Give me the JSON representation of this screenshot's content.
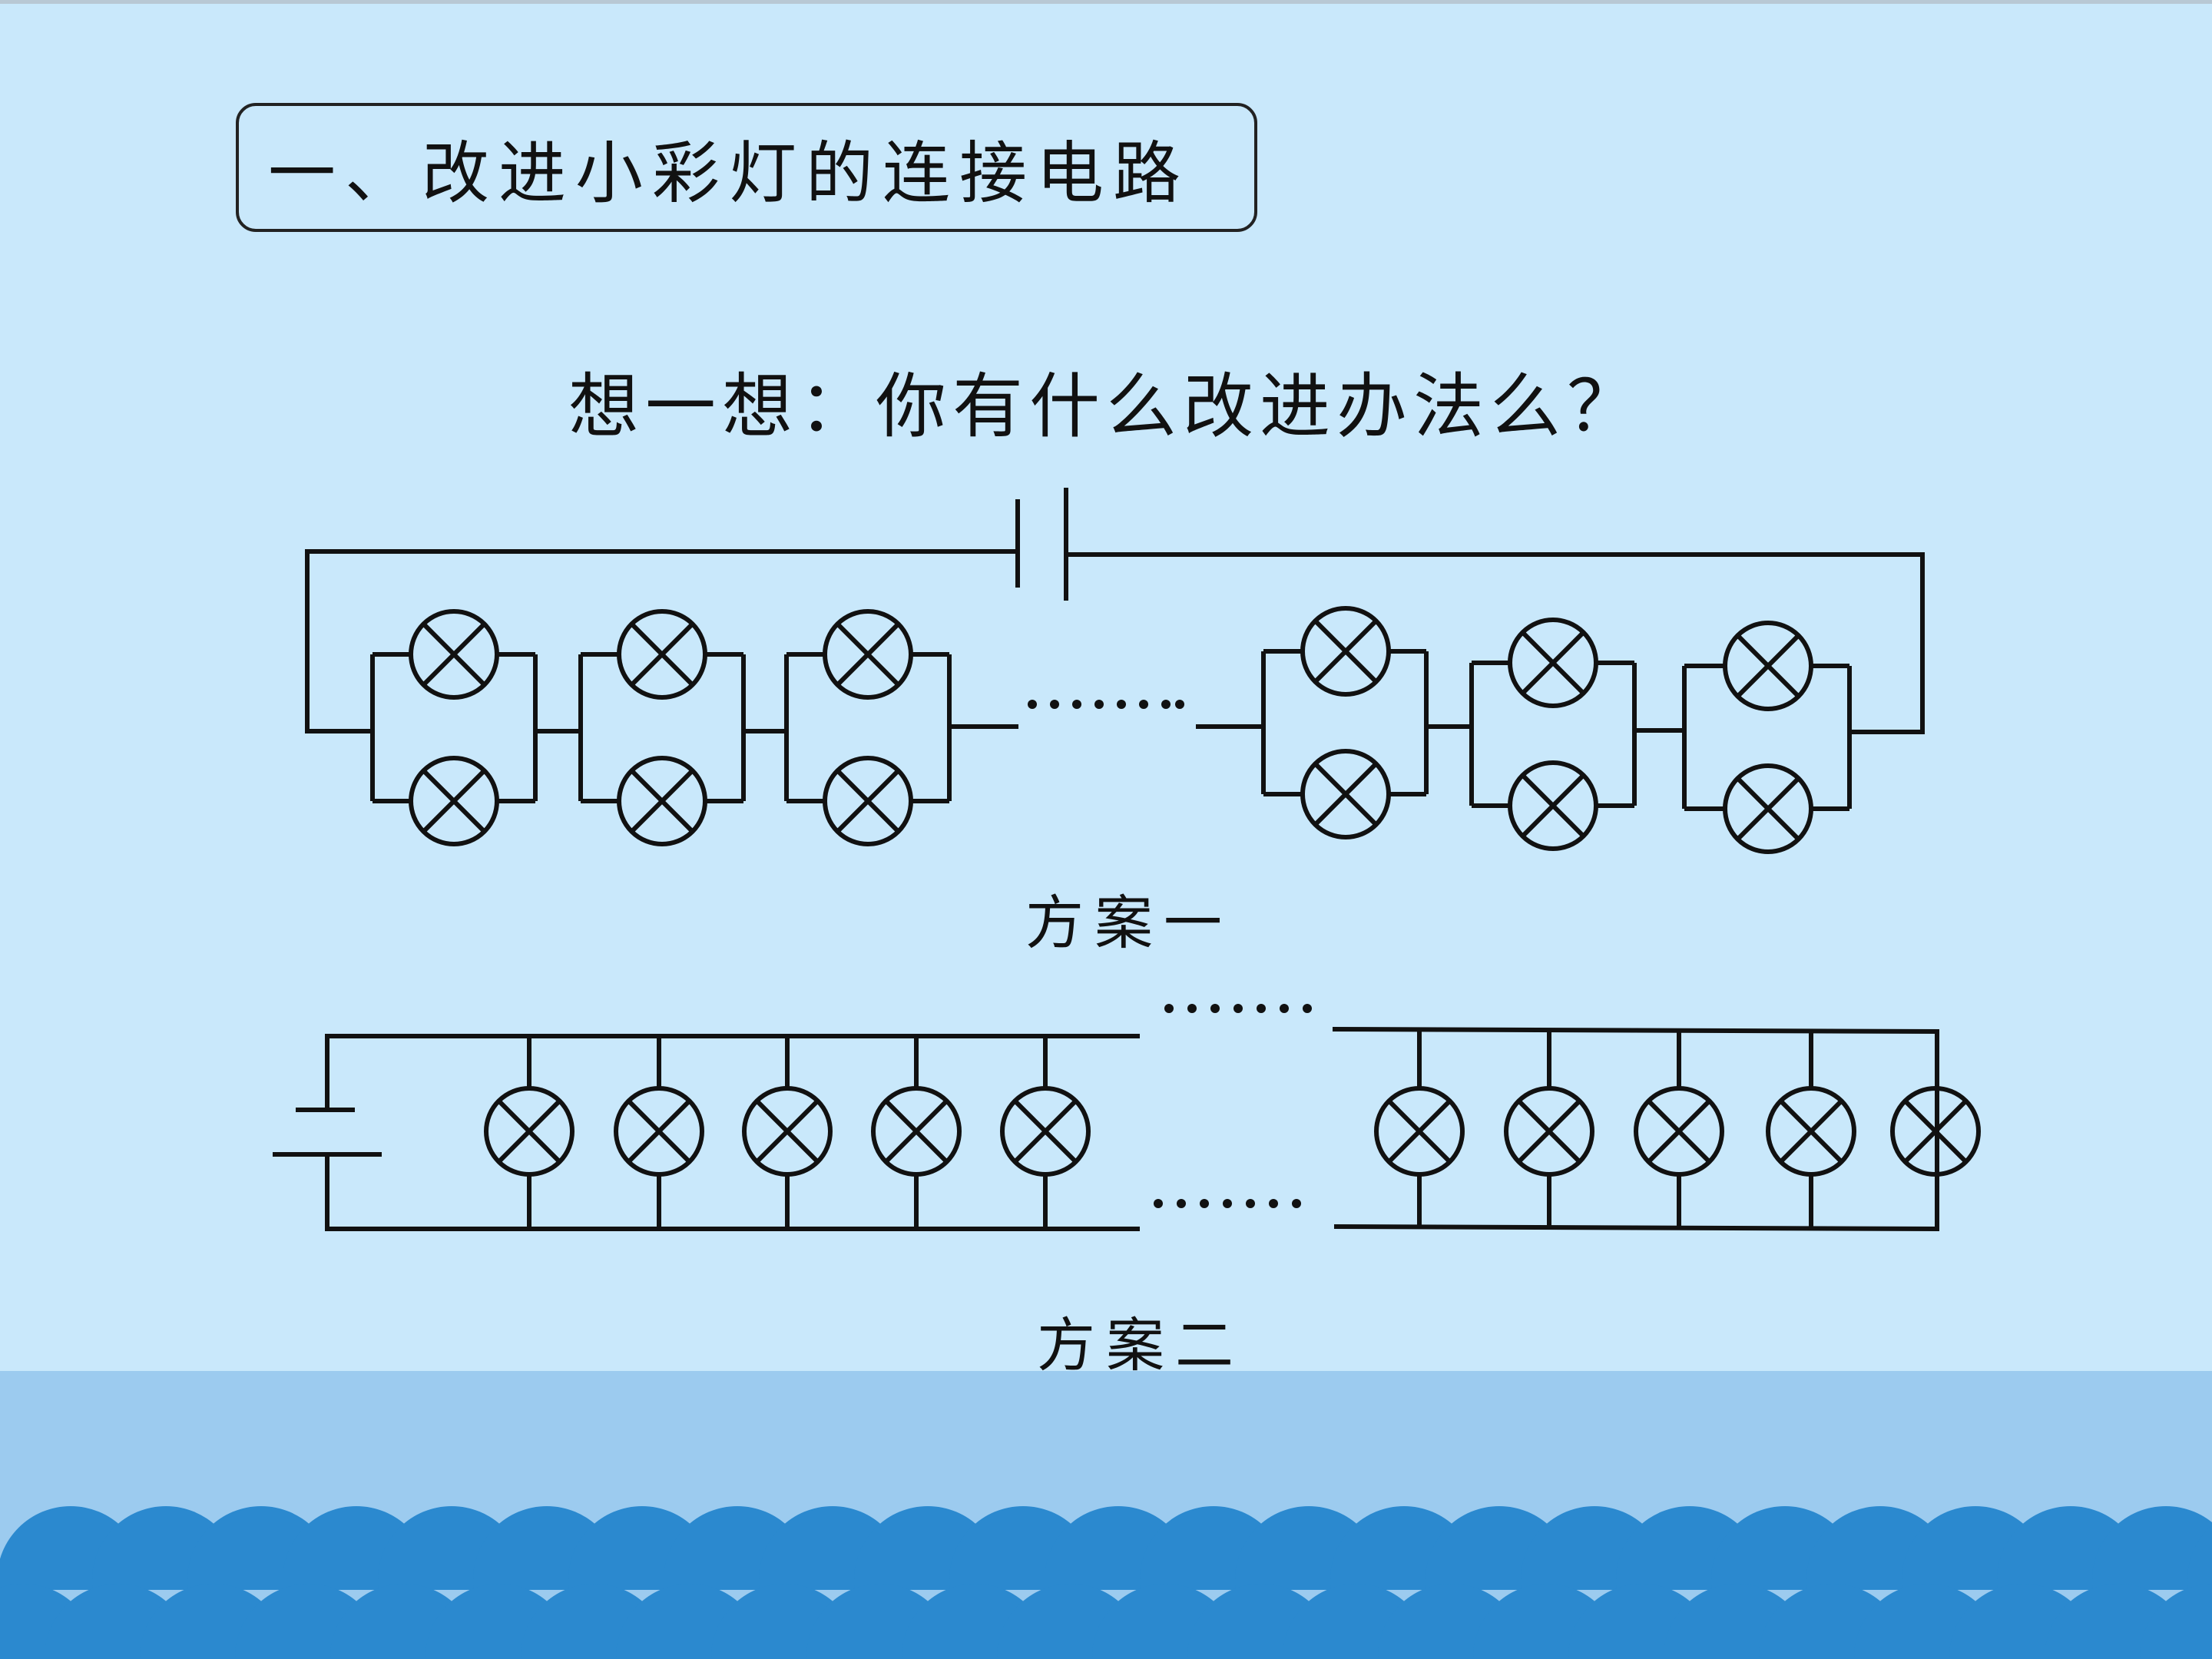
{
  "title": "一、改进小彩灯的连接电路",
  "question": "想一想：你有什么改进办法么？",
  "scheme1": {
    "caption": "方案一",
    "ellipsis": "……"
  },
  "scheme2": {
    "caption": "方案二",
    "ellipsis_top": "……",
    "ellipsis_bottom": "……"
  },
  "colors": {
    "background": "#c9e8fb",
    "wave_light": "#9ccbef",
    "wave_dark": "#2b89cf"
  },
  "icons": [
    "lamp-icon",
    "battery-icon"
  ]
}
